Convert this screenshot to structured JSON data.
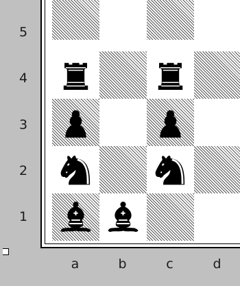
{
  "ranks": [
    "5",
    "4",
    "3",
    "2",
    "1"
  ],
  "files": [
    "a",
    "b",
    "c",
    "d"
  ],
  "pieces": {
    "a4": "black-rook",
    "c4": "black-rook",
    "a3": "black-pawn",
    "c3": "black-pawn",
    "a2": "black-knight",
    "c2": "black-knight",
    "a1": "black-bishop",
    "b1": "black-bishop"
  },
  "colors": {
    "background": "#c0c0c0",
    "board_light": "#ffffff",
    "board_dark_hatch": "#555555",
    "piece": "#000000"
  }
}
